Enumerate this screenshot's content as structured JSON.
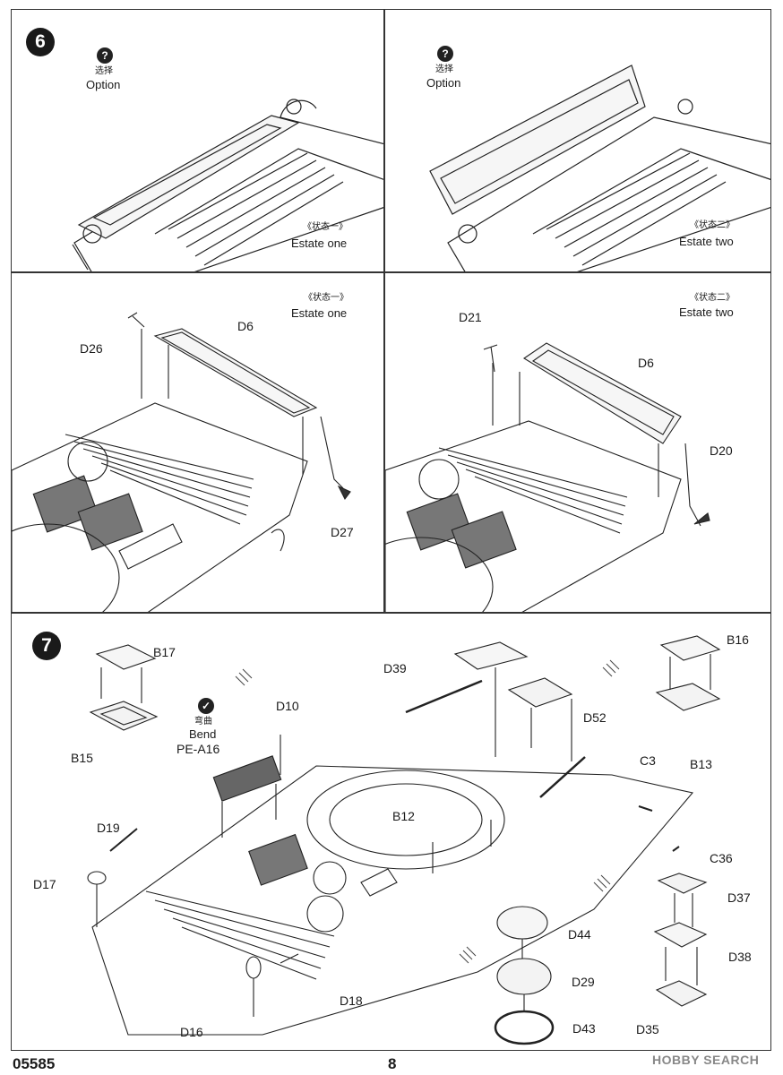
{
  "step6": {
    "number": "6",
    "option_cn": "选择",
    "option_en": "Option",
    "estate_one_cn": "《状态一》",
    "estate_one_en": "Estate one",
    "estate_two_cn": "《状态二》",
    "estate_two_en": "Estate two",
    "parts_left": [
      "D26",
      "D6",
      "D27"
    ],
    "parts_right": [
      "D21",
      "D6",
      "D20"
    ]
  },
  "step7": {
    "number": "7",
    "bend_cn": "弯曲",
    "bend_en": "Bend",
    "parts": {
      "B17": "B17",
      "B15": "B15",
      "PE_A16": "PE-A16",
      "D10": "D10",
      "D39": "D39",
      "B16": "B16",
      "B13": "B13",
      "D52": "D52",
      "C3": "C3",
      "D19": "D19",
      "D17": "D17",
      "B12": "B12",
      "C36": "C36",
      "D37": "D37",
      "D44": "D44",
      "D38": "D38",
      "D29": "D29",
      "D18": "D18",
      "D16": "D16",
      "D43": "D43",
      "D35": "D35"
    }
  },
  "footer": {
    "code": "05585",
    "page": "8",
    "watermark": "HOBBY SEARCH"
  },
  "icons": {
    "option": "question-mark-icon",
    "bend": "bend-icon"
  }
}
